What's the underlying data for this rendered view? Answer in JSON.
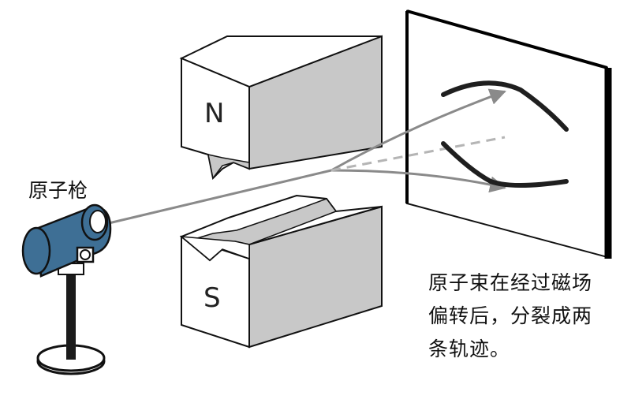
{
  "labels": {
    "gun": "原子枪",
    "magnet_north": "N",
    "magnet_south": "S",
    "caption_lines": [
      "原子束在经过磁场",
      "偏转后，分裂成两",
      "条轨迹。"
    ]
  },
  "colors": {
    "gun_body": "#3e6f95",
    "magnet_side": "#c7c7c7",
    "beam": "#8a8a8a",
    "beam_dashed": "#b5b5b5",
    "track": "#1f1f1f",
    "screen_edge": "#000000"
  }
}
